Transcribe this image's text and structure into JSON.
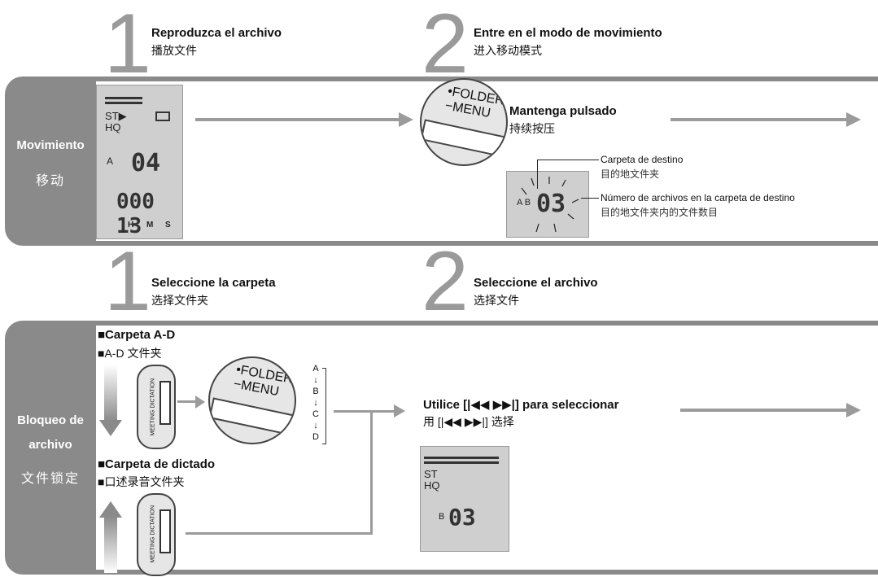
{
  "top_steps": [
    {
      "num": "1",
      "es": "Reproduzca el archivo",
      "zh": "播放文件"
    },
    {
      "num": "2",
      "es": "Entre en el modo de movimiento",
      "zh": "进入移动模式"
    }
  ],
  "mid_steps": [
    {
      "num": "1",
      "es": "Seleccione la carpeta",
      "zh": "选择文件夹"
    },
    {
      "num": "2",
      "es": "Seleccione el archivo",
      "zh": "选择文件"
    }
  ],
  "section1": {
    "label_es": "Movimiento",
    "label_zh": "移动",
    "lcd": {
      "mode_st": "ST▶",
      "mode_hq": "HQ",
      "folder": "A",
      "file_num": "04",
      "time": "000 13",
      "h": "H",
      "m": "M",
      "s": "S"
    },
    "button_text": "•FOLDER/\n−MENU",
    "hold_es": "Mantenga pulsado",
    "hold_zh": "持续按压",
    "lcd2_folder": "A B",
    "lcd2_num": "03",
    "dest_es": "Carpeta de destino",
    "dest_zh": "目的地文件夹",
    "count_es": "Número de archivos en la carpeta de destino",
    "count_zh": "目的地文件夹内的文件数目"
  },
  "section2": {
    "label_es_1": "Bloqueo de",
    "label_es_2": "archivo",
    "label_zh": "文件锁定",
    "folder_ad_es": "■Carpeta A-D",
    "folder_ad_zh": "■A-D 文件夹",
    "folder_dict_es": "■Carpeta de dictado",
    "folder_dict_zh": "■口述录音文件夹",
    "switch_text": "MEETING DICTATION",
    "button_text": "•FOLDER/\n−MENU",
    "seq": [
      "A",
      "↓",
      "B",
      "↓",
      "C",
      "↓",
      "D"
    ],
    "use_es": "Utilice [|◀◀   ▶▶|] para seleccionar",
    "use_zh": "用 [|◀◀   ▶▶|] 选择",
    "lcd": {
      "st": "ST",
      "hq": "HQ",
      "folder": "B",
      "num": "03"
    }
  }
}
